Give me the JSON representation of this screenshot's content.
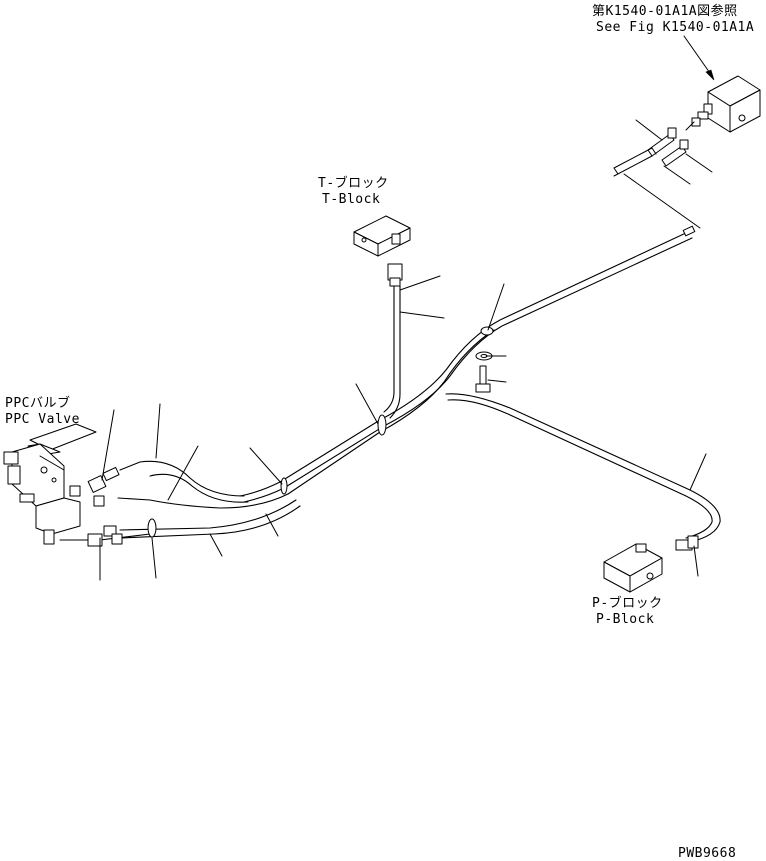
{
  "labels": {
    "fig_ref_jp": "第K1540-01A1A図参照",
    "fig_ref_en": "See Fig K1540-01A1A",
    "t_block_jp": "T-ブロック",
    "t_block_en": "T-Block",
    "ppc_valve_jp": "PPCバルブ",
    "ppc_valve_en": "PPC Valve",
    "p_block_jp": "P-ブロック",
    "p_block_en": "P-Block",
    "drawing_no": "PWB9668"
  }
}
